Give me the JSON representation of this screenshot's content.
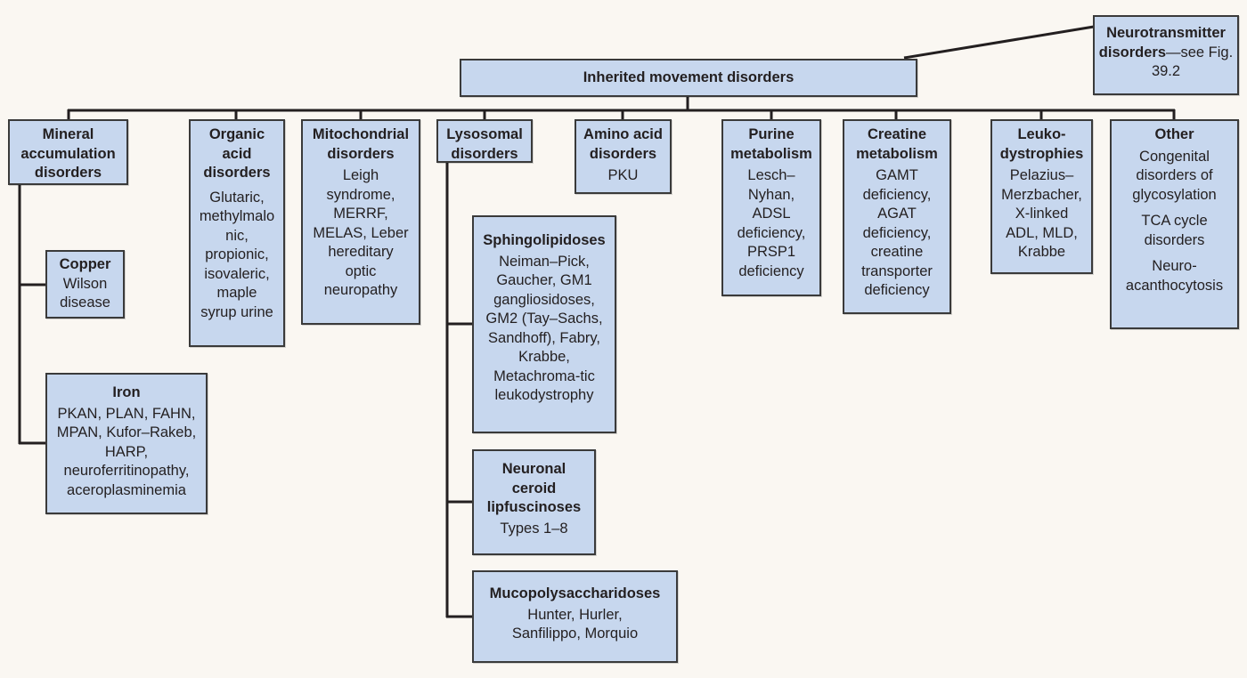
{
  "diagram": {
    "root": {
      "label": "Inherited movement disorders"
    },
    "neurotransmitter": {
      "title": "Neurotransmitter disorders",
      "suffix": "—see Fig. 39.2"
    },
    "categories": {
      "mineral": {
        "title": "Mineral\naccumulation\ndisorders",
        "children": {
          "copper": {
            "title": "Copper",
            "body": "Wilson\ndisease"
          },
          "iron": {
            "title": "Iron",
            "body": "PKAN, PLAN, FAHN,\nMPAN, Kufor–Rakeb,\nHARP,\nneuroferritinopathy,\naceroplasminemia"
          }
        }
      },
      "organic": {
        "title": "Organic\nacid\ndisorders",
        "body": "Glutaric,\nmethylmalo\nnic,\npropionic,\nisovaleric,\nmaple\nsyrup urine"
      },
      "mitochondrial": {
        "title": "Mitochondrial\ndisorders",
        "body": "Leigh\nsyndrome,\nMERRF,\nMELAS, Leber\nhereditary\noptic\nneuropathy"
      },
      "lysosomal": {
        "title": "Lysosomal\ndisorders",
        "children": {
          "sphingolipidoses": {
            "title": "Sphingolipidoses",
            "body": "Neiman–Pick,\nGaucher, GM1\ngangliosidoses,\nGM2 (Tay–Sachs,\nSandhoff), Fabry,\nKrabbe,\nMetachroma-tic\nleukodystrophy"
          },
          "ncl": {
            "title": "Neuronal\nceroid\nlipfuscinoses",
            "body": "Types 1–8"
          },
          "mps": {
            "title": "Mucopolysaccharidoses",
            "body": "Hunter, Hurler,\nSanfilippo, Morquio"
          }
        }
      },
      "amino": {
        "title": "Amino acid\ndisorders",
        "body": "PKU"
      },
      "purine": {
        "title": "Purine\nmetabolism",
        "body": "Lesch–\nNyhan,\nADSL\ndeficiency,\nPRSP1\ndeficiency"
      },
      "creatine": {
        "title": "Creatine\nmetabolism",
        "body": "GAMT\ndeficiency,\nAGAT\ndeficiency,\ncreatine\ntransporter\ndeficiency"
      },
      "leuko": {
        "title": "Leuko-\ndystrophies",
        "body": "Pelazius–\nMerzbacher,\nX-linked\nADL, MLD,\nKrabbe"
      },
      "other": {
        "title": "Other",
        "items": [
          "Congenital\ndisorders of\nglycosylation",
          "TCA cycle\ndisorders",
          "Neuro-\nacanthocytosis"
        ]
      }
    },
    "colors": {
      "box_fill": "#c7d7ee",
      "box_border": "#3a3a3a",
      "line": "#231f20",
      "background": "#faf7f2"
    }
  }
}
